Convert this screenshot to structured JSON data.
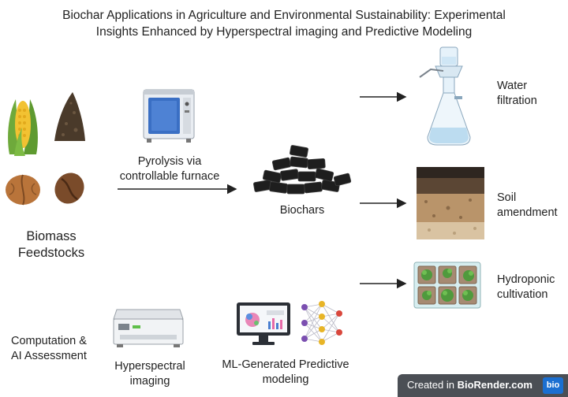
{
  "title_line1": "Biochar Applications in Agriculture and Environmental Sustainability: Experimental",
  "title_line2": "Insights Enhanced by Hyperspectral imaging and Predictive Modeling",
  "feedstock": {
    "line1": "Biomass",
    "line2": "Feedstocks"
  },
  "pyrolysis": {
    "line1": "Pyrolysis via",
    "line2": "controllable furnace"
  },
  "biochars": "Biochars",
  "applications": [
    {
      "line1": "Water",
      "line2": "filtration"
    },
    {
      "line1": "Soil",
      "line2": "amendment"
    },
    {
      "line1": "Hydroponic",
      "line2": "cultivation"
    }
  ],
  "computation": {
    "line1": "Computation &",
    "line2": "AI Assessment"
  },
  "hyperspectral": {
    "line1": "Hyperspectral",
    "line2": "imaging"
  },
  "ml": {
    "line1": "ML-Generated Predictive",
    "line2": "modeling"
  },
  "footer": {
    "prefix": "Created in ",
    "brand": "BioRender.com",
    "badge": "bio"
  },
  "icons": [
    "corn-icon",
    "soil-pile-icon",
    "walnut-icon",
    "coffee-bean-icon",
    "furnace-icon",
    "biochar-pile-icon",
    "filtration-flask-icon",
    "soil-layers-icon",
    "hydroponic-tray-icon",
    "hyperspectral-imager-icon",
    "monitor-icon",
    "neural-network-icon"
  ],
  "colors": {
    "arrow": "#222222",
    "footer_bg": "#4b4f55",
    "badge": "#1b6fd1",
    "furnace_blue": "#3a6fc4"
  }
}
